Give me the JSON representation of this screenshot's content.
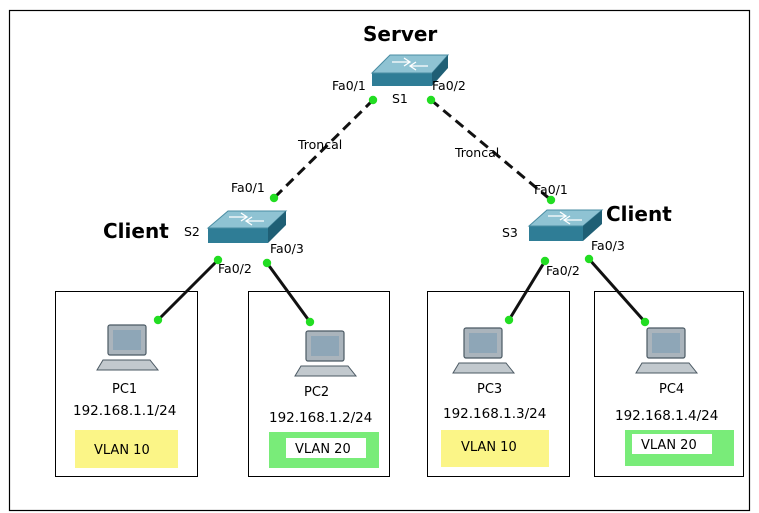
{
  "roles": {
    "server": "Server",
    "client_left": "Client",
    "client_right": "Client"
  },
  "switches": {
    "s1": {
      "name": "S1",
      "port_left": "Fa0/1",
      "port_right": "Fa0/2"
    },
    "s2": {
      "name": "S2",
      "port_up": "Fa0/1",
      "port_a": "Fa0/2",
      "port_b": "Fa0/3"
    },
    "s3": {
      "name": "S3",
      "port_up": "Fa0/1",
      "port_a": "Fa0/2",
      "port_b": "Fa0/3"
    }
  },
  "trunks": {
    "left": "Troncal",
    "right": "Troncal"
  },
  "pcs": [
    {
      "name": "PC1",
      "ip": "192.168.1.1/24",
      "vlan": "VLAN 10",
      "vlan_color": "#fbf587"
    },
    {
      "name": "PC2",
      "ip": "192.168.1.2/24",
      "vlan": "VLAN 20",
      "vlan_color": "#79ec79"
    },
    {
      "name": "PC3",
      "ip": "192.168.1.3/24",
      "vlan": "VLAN 10",
      "vlan_color": "#fbf587"
    },
    {
      "name": "PC4",
      "ip": "192.168.1.4/24",
      "vlan": "VLAN 20",
      "vlan_color": "#79ec79"
    }
  ],
  "colors": {
    "link": "#111111",
    "port_dot": "#22dd22",
    "switch_body": "#3d8ea8",
    "switch_top": "#8fc3d3"
  }
}
